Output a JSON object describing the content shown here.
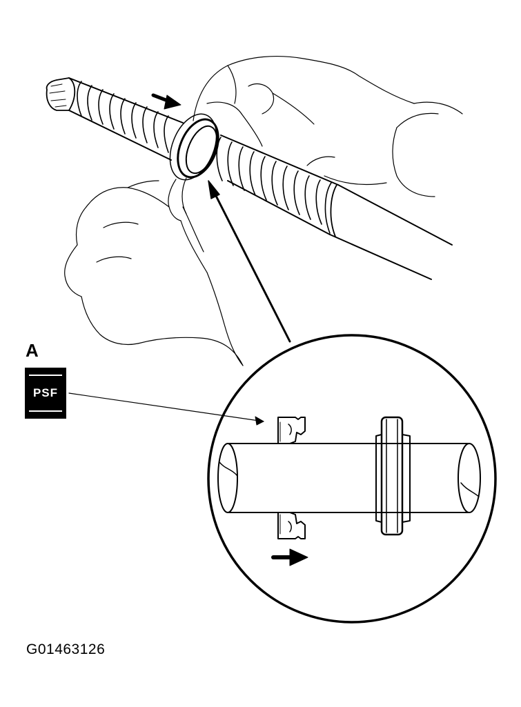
{
  "diagram": {
    "label_a": "A",
    "psf_badge": "PSF",
    "figure_code": "G01463126",
    "icons": [
      "push-direction-arrow",
      "install-direction-arrow",
      "seal-callout-arrow",
      "leader-line"
    ]
  }
}
